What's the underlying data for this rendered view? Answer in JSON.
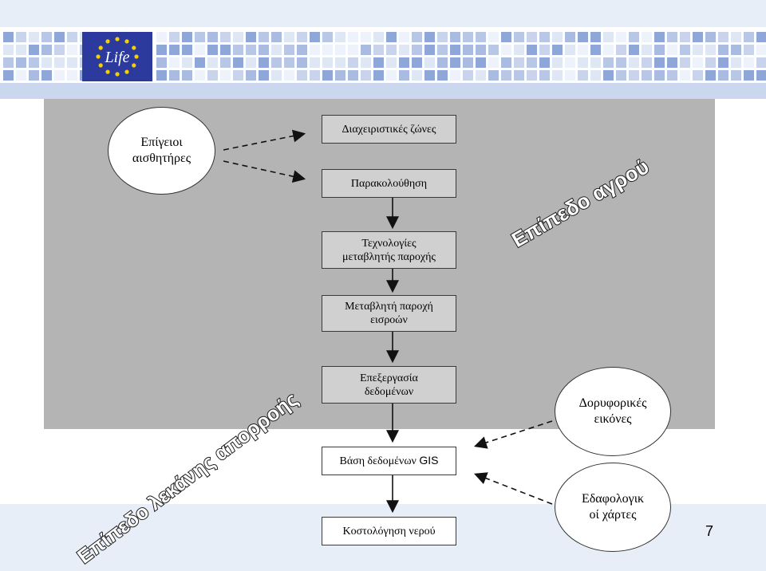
{
  "header": {
    "logo_text": "Life"
  },
  "boxes": {
    "management_zones": "Διαχειριστικές ζώνες",
    "monitoring": "Παρακολούθηση",
    "vrt_tech_line1": "Τεχνολογίες",
    "vrt_tech_line2": "μεταβλητής παροχής",
    "variable_input_line1": "Μεταβλητή παροχή",
    "variable_input_line2": "εισροών",
    "data_processing_line1": "Επεξεργασία",
    "data_processing_line2": "δεδομένων",
    "gis_db_prefix": "Βάση δεδομένων",
    "gis_db_suffix": "GIS",
    "water_costing": "Κοστολόγηση νερού"
  },
  "circles": {
    "ground_sensors_line1": "Επίγειοι",
    "ground_sensors_line2": "αισθητήρες",
    "satellite_line1": "Δορυφορικές",
    "satellite_line2": "εικόνες",
    "soil_maps_line1": "Εδαφολογικ",
    "soil_maps_line2": "οί χάρτες"
  },
  "labels": {
    "field_level": "Επίπεδο αγρού",
    "watershed_level": "Επίπεδο λεκάνης απορροής"
  },
  "page_number": "7",
  "colors": {
    "panel": "#b4b4b4",
    "box": "#d0d0d0",
    "logo": "#2b3a9c",
    "stars": "#f5d000"
  }
}
